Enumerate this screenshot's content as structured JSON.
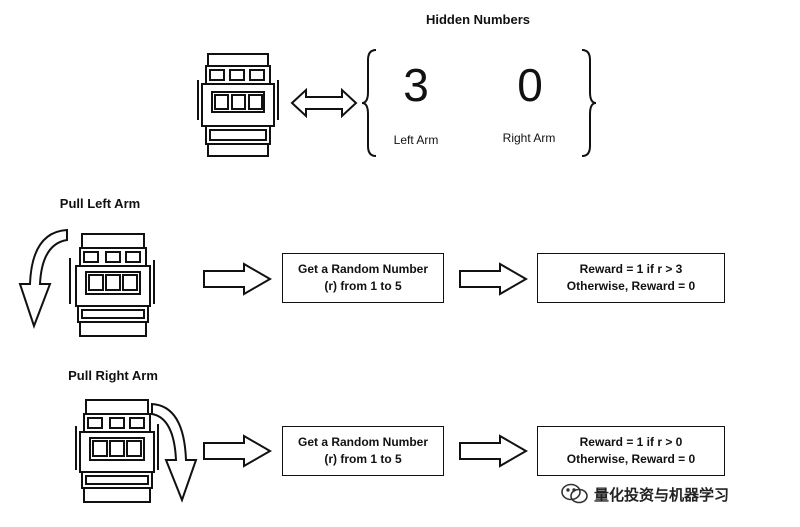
{
  "hidden": {
    "title": "Hidden Numbers",
    "left_value": "3",
    "right_value": "0",
    "left_label": "Left Arm",
    "right_label": "Right Arm"
  },
  "rows": [
    {
      "title": "Pull Left Arm",
      "step1_line1": "Get a Random Number",
      "step1_line2": "(r) from 1 to 5",
      "step2_line1": "Reward = 1 if r > 3",
      "step2_line2": "Otherwise, Reward = 0"
    },
    {
      "title": "Pull Right Arm",
      "step1_line1": "Get a Random Number",
      "step1_line2": "(r) from 1 to 5",
      "step2_line1": "Reward = 1 if r > 0",
      "step2_line2": "Otherwise, Reward = 0"
    }
  ],
  "watermark": "量化投资与机器学习",
  "icons": [
    "slot-machine-icon",
    "double-arrow-icon",
    "curved-arrow-icon",
    "right-arrow-icon",
    "wechat-icon"
  ]
}
